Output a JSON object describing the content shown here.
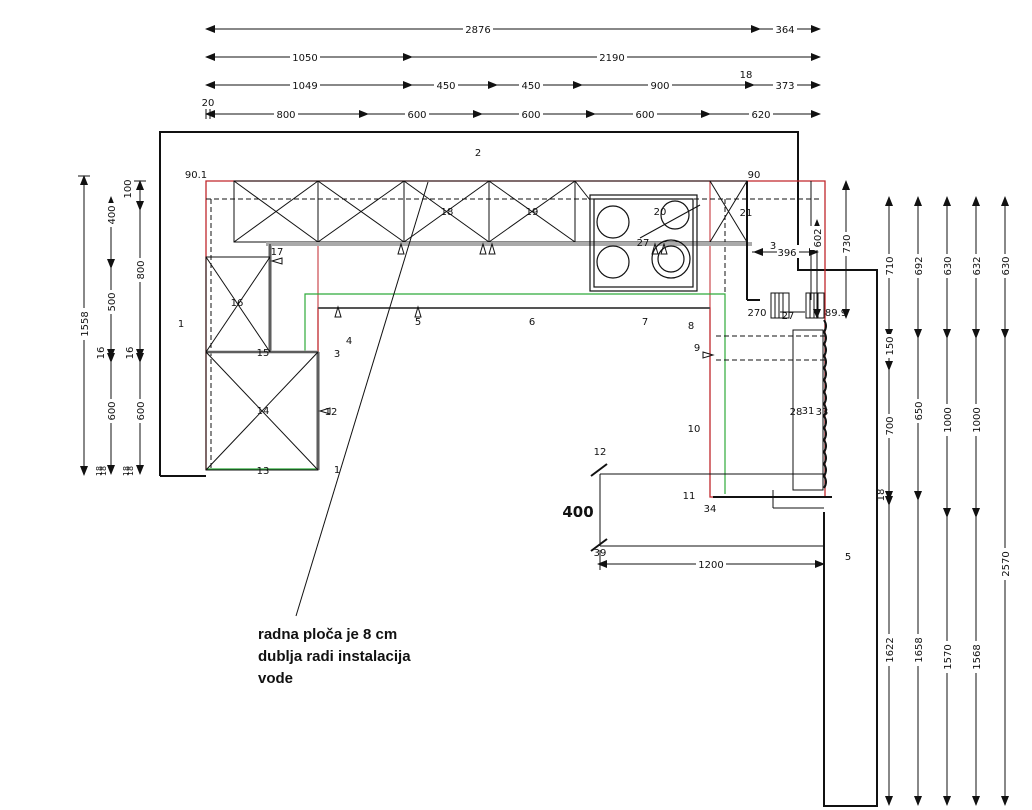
{
  "dims_top": {
    "r1_a": "2876",
    "r1_b": "364",
    "r2_a": "1050",
    "r2_b": "2190",
    "r3_a": "1049",
    "r3_b": "450",
    "r3_c": "450",
    "r3_d": "900",
    "r3_e": "18",
    "r3_f": "373",
    "r4_a": "20",
    "r4_b": "800",
    "r4_c": "600",
    "r4_d": "600",
    "r4_e": "600",
    "r4_f": "620"
  },
  "dims_left": {
    "total": "1558",
    "a100": "100",
    "a400": "400",
    "a800": "800",
    "a500": "500",
    "a16a": "16",
    "a16b": "16",
    "a600a": "600",
    "a600b": "600",
    "a18a": "18",
    "a18b": "18",
    "a18c": "18",
    "a18d": "18"
  },
  "dims_right": {
    "c1_710": "710",
    "c1_150": "150",
    "c1_700": "700",
    "c1_18": "18",
    "c1_1622": "1622",
    "c2_692": "692",
    "c2_650": "650",
    "c2_1658": "1658",
    "c3_630": "630",
    "c3_1000": "1000",
    "c3_1570": "1570",
    "c4_632": "632",
    "c4_1000": "1000",
    "c4_1568": "1568",
    "c5_630": "630",
    "c5_2570": "2570"
  },
  "dims_inner": {
    "d730": "730",
    "d602": "602",
    "d396": "396",
    "d3": "3",
    "d270": "270",
    "d27": "27",
    "d89": "89.9",
    "d90_1": "90.1",
    "d90": "90",
    "d1200": "1200",
    "d400": "400"
  },
  "labels": {
    "n1a": "1",
    "n1b": "1",
    "n2": "2",
    "n3": "3",
    "n4": "4",
    "n5": "5",
    "n5b": "5",
    "n6": "6",
    "n7": "7",
    "n8": "8",
    "n9": "9",
    "n10": "10",
    "n11": "11",
    "n12": "12",
    "n13": "13",
    "n14": "14",
    "n15": "15",
    "n16": "16",
    "n17": "17",
    "n18": "18",
    "n19": "19",
    "n20": "20",
    "n21": "21",
    "n27": "27",
    "n28": "28",
    "n31": "31",
    "n33": "33",
    "n34": "34",
    "n39": "39",
    "n12b": "12"
  },
  "note": {
    "line1": "radna ploča je 8 cm",
    "line2": "dublja radi instalacija",
    "line3": "vode"
  }
}
